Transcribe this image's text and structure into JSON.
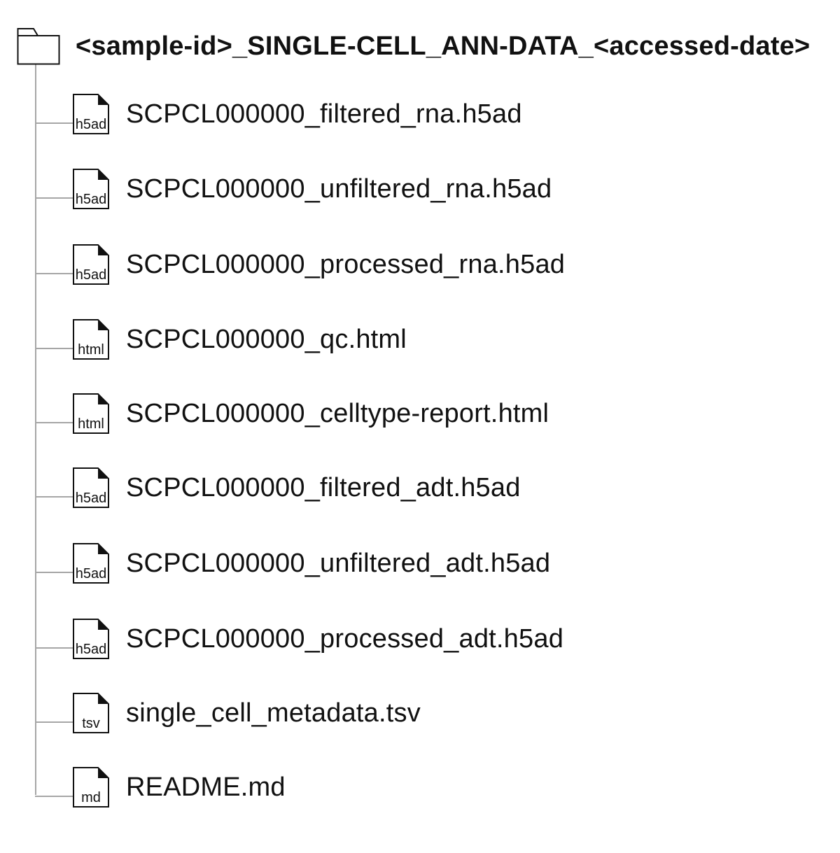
{
  "folder": {
    "name": "<sample-id>_SINGLE-CELL_ANN-DATA_<accessed-date>",
    "icon": "folder-icon"
  },
  "files": [
    {
      "ext": "h5ad",
      "name": "SCPCL000000_filtered_rna.h5ad"
    },
    {
      "ext": "h5ad",
      "name": "SCPCL000000_unfiltered_rna.h5ad"
    },
    {
      "ext": "h5ad",
      "name": "SCPCL000000_processed_rna.h5ad"
    },
    {
      "ext": "html",
      "name": "SCPCL000000_qc.html"
    },
    {
      "ext": "html",
      "name": "SCPCL000000_celltype-report.html"
    },
    {
      "ext": "h5ad",
      "name": "SCPCL000000_filtered_adt.h5ad"
    },
    {
      "ext": "h5ad",
      "name": "SCPCL000000_unfiltered_adt.h5ad"
    },
    {
      "ext": "h5ad",
      "name": "SCPCL000000_processed_adt.h5ad"
    },
    {
      "ext": "tsv",
      "name": "single_cell_metadata.tsv"
    },
    {
      "ext": "md",
      "name": "README.md"
    }
  ],
  "colors": {
    "line": "#a6a6a6",
    "text": "#111111",
    "icon_stroke": "#111111"
  }
}
